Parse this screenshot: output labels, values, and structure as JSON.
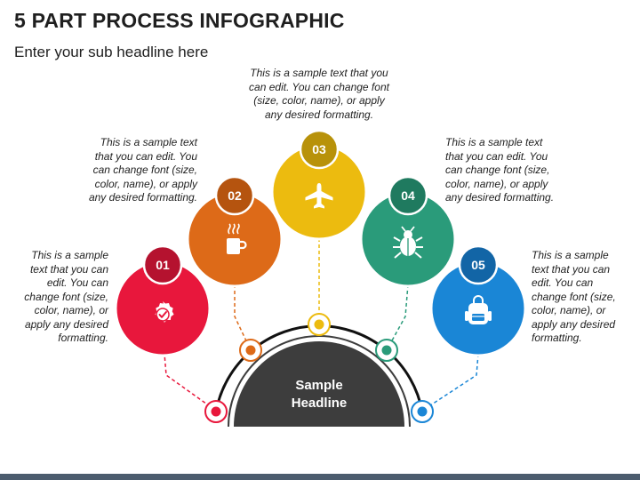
{
  "title": "5 PART PROCESS INFOGRAPHIC",
  "subtitle": "Enter your sub headline here",
  "center": {
    "line1": "Sample",
    "line2": "Headline"
  },
  "colors": {
    "step1": "#e8173c",
    "step1_badge": "#b5122f",
    "step2": "#dd6a18",
    "step2_badge": "#b5540f",
    "step3": "#ecbb0f",
    "step3_badge": "#b8920a",
    "step4": "#2a9b7a",
    "step4_badge": "#1f7a5f",
    "step5": "#1a86d6",
    "step5_badge": "#1265a6",
    "hub": "#3d3d3d",
    "arc": "#111111",
    "bottom_bar": "#4c5c6e"
  },
  "steps": [
    {
      "number": "01",
      "icon": "badge-check-icon",
      "text_lines": [
        "This is a sample",
        "text that you can",
        "edit. You can",
        "change font (size,",
        "color, name), or",
        "apply any desired",
        "formatting."
      ]
    },
    {
      "number": "02",
      "icon": "coffee-cup-icon",
      "text_lines": [
        "This is a sample text",
        "that you can edit. You",
        "can change font (size,",
        "color, name), or apply",
        "any desired formatting."
      ]
    },
    {
      "number": "03",
      "icon": "airplane-icon",
      "text_lines": [
        "This is a sample text that you",
        "can edit. You can change font",
        "(size, color, name), or apply",
        "any desired formatting."
      ]
    },
    {
      "number": "04",
      "icon": "bug-icon",
      "text_lines": [
        "This is a sample text",
        "that you can edit. You",
        "can change font (size,",
        "color, name), or apply",
        "any desired formatting."
      ]
    },
    {
      "number": "05",
      "icon": "backpack-icon",
      "text_lines": [
        "This is a sample",
        "text that you can",
        "edit. You can",
        "change font (size,",
        "color, name), or",
        "apply any desired",
        "formatting."
      ]
    }
  ]
}
